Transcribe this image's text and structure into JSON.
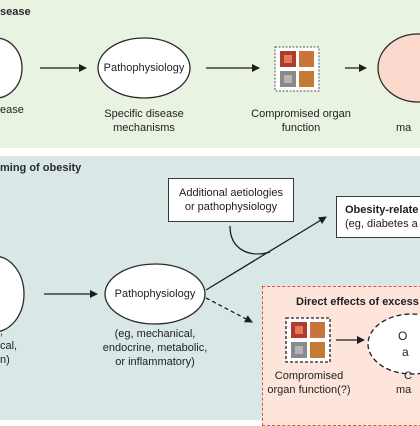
{
  "panel_a": {
    "title": "sease",
    "left_node_label": "ease",
    "pathophysiology_label": "Pathophysiology",
    "mechanisms_caption_line1": "Specific disease",
    "mechanisms_caption_line2": "mechanisms",
    "organ_caption_line1": "Compromised organ",
    "organ_caption_line2": "function",
    "right_node_caption": "ma"
  },
  "panel_b": {
    "title": "ming of obesity",
    "left_node_caption_line1": ",",
    "left_node_caption_line2": "cal,",
    "left_node_caption_line3": "n)",
    "pathophysiology_label": "Pathophysiology",
    "mechanisms_caption_line1": "(eg, mechanical,",
    "mechanisms_caption_line2": "endocrine, metabolic,",
    "mechanisms_caption_line3": "or inflammatory)",
    "aetiologies_box_line1": "Additional aetiologies",
    "aetiologies_box_line2": "or pathophysiology",
    "related_box_line1": "Obesity-relate",
    "related_box_line2": "(eg, diabetes a",
    "direct_effects_title": "Direct effects of excess a",
    "organ_caption_line1": "Compromised",
    "organ_caption_line2": "organ function(?)",
    "oval_text_line1": "O",
    "oval_text_line2": "a",
    "oval_caption_line1": "C",
    "oval_caption_line2": "ma"
  },
  "colors": {
    "panel_a_bg": "#e8f3e2",
    "panel_b_bg": "#d9e8e6",
    "direct_effects_bg": "#fde5dc",
    "direct_effects_border": "#d9553b",
    "outcome_node": "#fbd9cc"
  }
}
